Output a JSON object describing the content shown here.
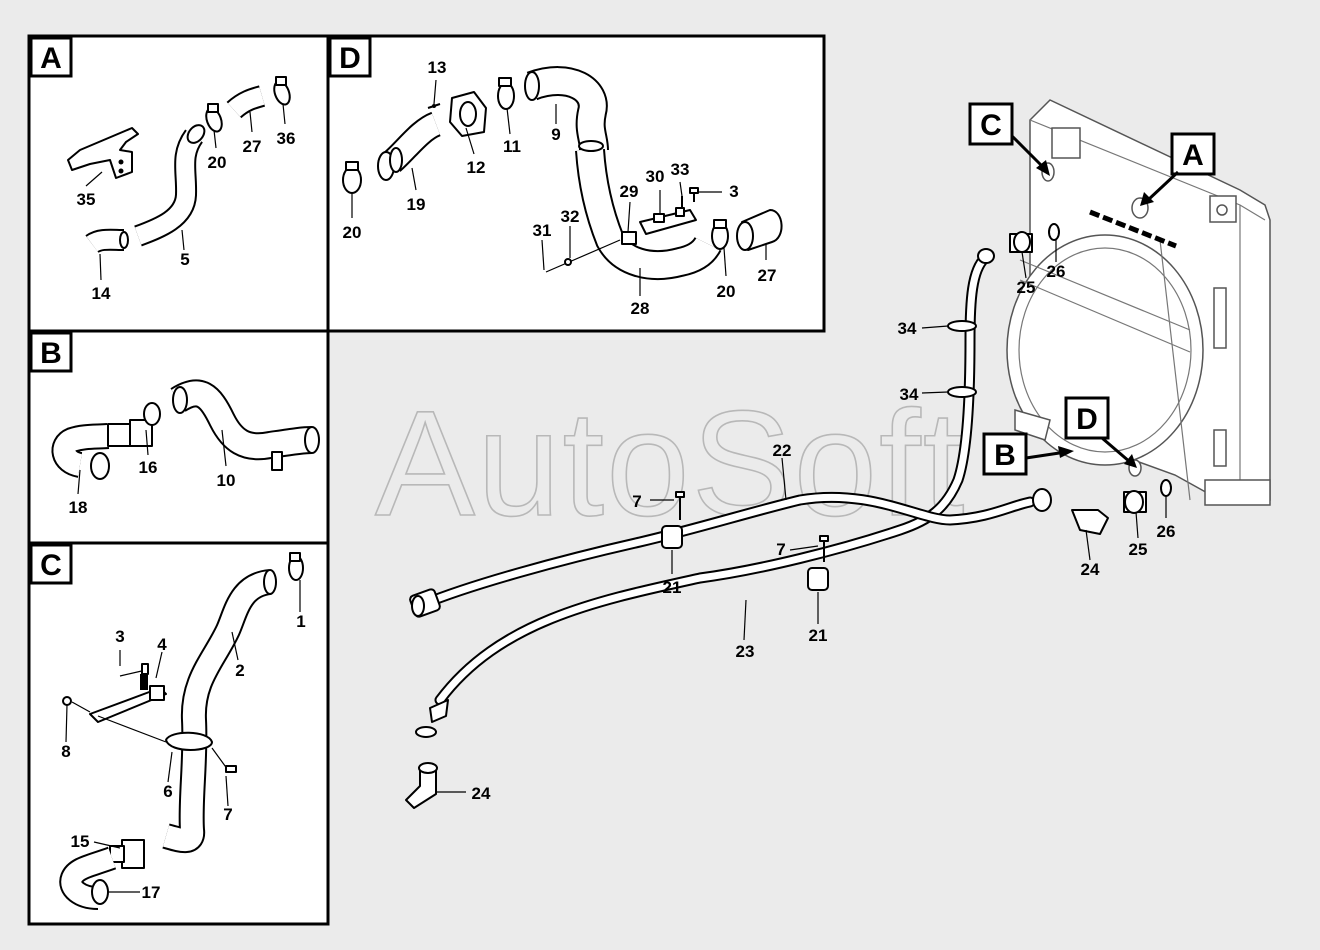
{
  "watermark": "AutoSoft",
  "panels": {
    "A": {
      "letter": "A",
      "labels": {
        "n35": "35",
        "n20": "20",
        "n27": "27",
        "n36": "36",
        "n5": "5",
        "n14": "14"
      }
    },
    "B": {
      "letter": "B",
      "labels": {
        "n16": "16",
        "n10": "10",
        "n18": "18"
      }
    },
    "C": {
      "letter": "C",
      "labels": {
        "n1": "1",
        "n2": "2",
        "n3": "3",
        "n4": "4",
        "n8": "8",
        "n6": "6",
        "n7": "7",
        "n15": "15",
        "n17": "17"
      }
    },
    "D": {
      "letter": "D",
      "labels": {
        "n13": "13",
        "n11": "11",
        "n12": "12",
        "n9": "9",
        "n19": "19",
        "n20a": "20",
        "n30": "30",
        "n33": "33",
        "n3": "3",
        "n29": "29",
        "n31": "31",
        "n32": "32",
        "n27": "27",
        "n20b": "20",
        "n28": "28"
      }
    }
  },
  "main": {
    "callouts": {
      "C": "C",
      "A": "A",
      "D": "D",
      "B": "B"
    },
    "labels": {
      "n25a": "25",
      "n26a": "26",
      "n34a": "34",
      "n34b": "34",
      "n22": "22",
      "n7a": "7",
      "n7b": "7",
      "n21a": "21",
      "n21b": "21",
      "n23": "23",
      "n24a": "24",
      "n24b": "24",
      "n25b": "25",
      "n26b": "26"
    }
  }
}
